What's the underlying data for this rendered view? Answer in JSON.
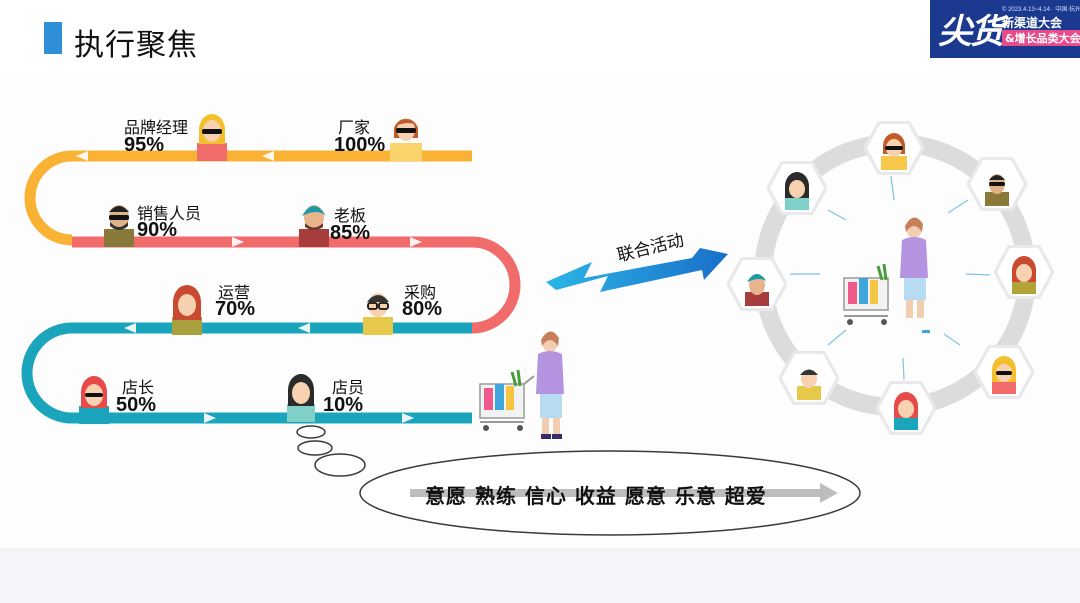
{
  "slide": {
    "title": "执行聚焦",
    "logo": {
      "script": "尖货",
      "date": "© 2023.4.13~4.14 · 中国·杭州",
      "line1": "新渠道大会",
      "line2": "&增长品类大会"
    }
  },
  "journey": {
    "stations": [
      {
        "role": "厂家",
        "percent": "100%"
      },
      {
        "role": "品牌经理",
        "percent": "95%"
      },
      {
        "role": "销售人员",
        "percent": "90%"
      },
      {
        "role": "老板",
        "percent": "85%"
      },
      {
        "role": "采购",
        "percent": "80%"
      },
      {
        "role": "运营",
        "percent": "70%"
      },
      {
        "role": "店长",
        "percent": "50%"
      },
      {
        "role": "店员",
        "percent": "10%"
      }
    ],
    "bubble_text": "意愿  熟练  信心  收益  愿意  乐意  超爱"
  },
  "joint": {
    "label": "联合活动"
  },
  "colors": {
    "orange": "#f9b233",
    "coral": "#f26b6b",
    "teal": "#1aa5bd",
    "accent": "#2f8fd8",
    "logo_bg": "#1b3a8f"
  }
}
